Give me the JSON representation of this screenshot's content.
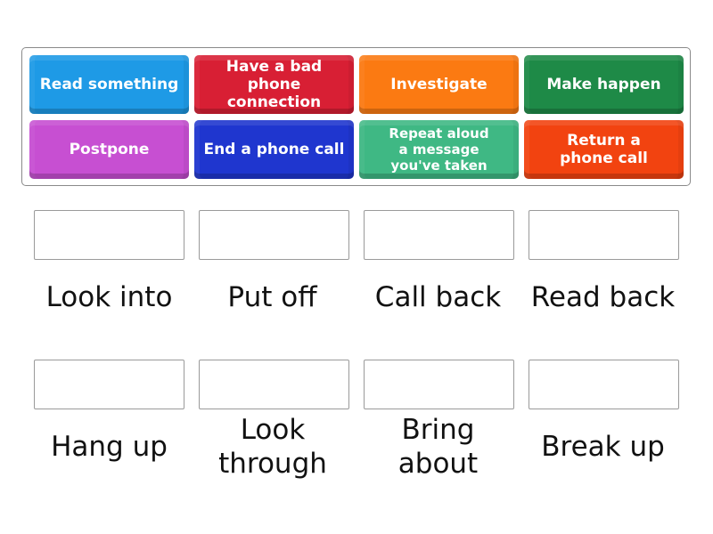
{
  "tiles": [
    {
      "label": "Read something",
      "color": "#1e9ae6"
    },
    {
      "label": "Have a bad phone connection",
      "color": "#d81f34"
    },
    {
      "label": "Investigate",
      "color": "#fb7a12"
    },
    {
      "label": "Make happen",
      "color": "#1e8a47"
    },
    {
      "label": "Postpone",
      "color": "#c74fd2"
    },
    {
      "label": "End a phone call",
      "color": "#1f36cf"
    },
    {
      "label": "Repeat aloud a message you've taken",
      "color": "#3fb884"
    },
    {
      "label": "Return a phone call",
      "color": "#f24310"
    }
  ],
  "targets": [
    {
      "label": "Look into"
    },
    {
      "label": "Put off"
    },
    {
      "label": "Call back"
    },
    {
      "label": "Read back"
    },
    {
      "label": "Hang up"
    },
    {
      "label": "Look through"
    },
    {
      "label": "Bring about"
    },
    {
      "label": "Break up"
    }
  ]
}
